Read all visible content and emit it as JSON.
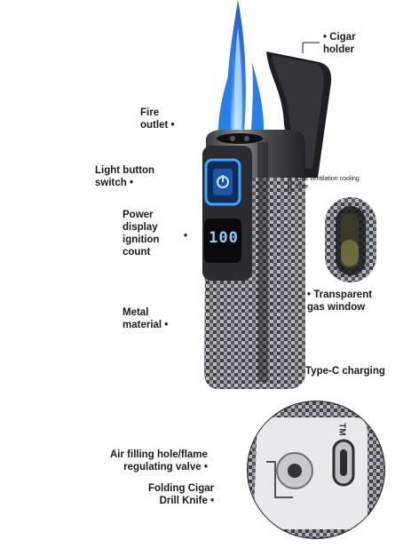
{
  "labels": {
    "cigar_holder": "Cigar\nholder",
    "fire_outlet": "Fire\noutlet",
    "light_button_switch": "Light button\nswitch",
    "ventilation": "One ventilation cooling\nhole",
    "power_display": "Power\ndisplay\nignition\ncount",
    "transparent_gas_window": "Transparent\ngas window",
    "metal_material": "Metal\nmaterial",
    "type_c_charging": "Type-C charging",
    "air_filling_hole": "Air filling hole/flame\nregulating valve",
    "folding_cigar_drill_knife": "Folding Cigar\nDrill Knife"
  },
  "display_reading": "100",
  "charging_port_text": "TM",
  "colors": {
    "flame": "#1e7be8",
    "flame_core": "#9fd2ff",
    "body_dark": "#2a2a2e",
    "screen_glow": "#3fa6ff"
  }
}
